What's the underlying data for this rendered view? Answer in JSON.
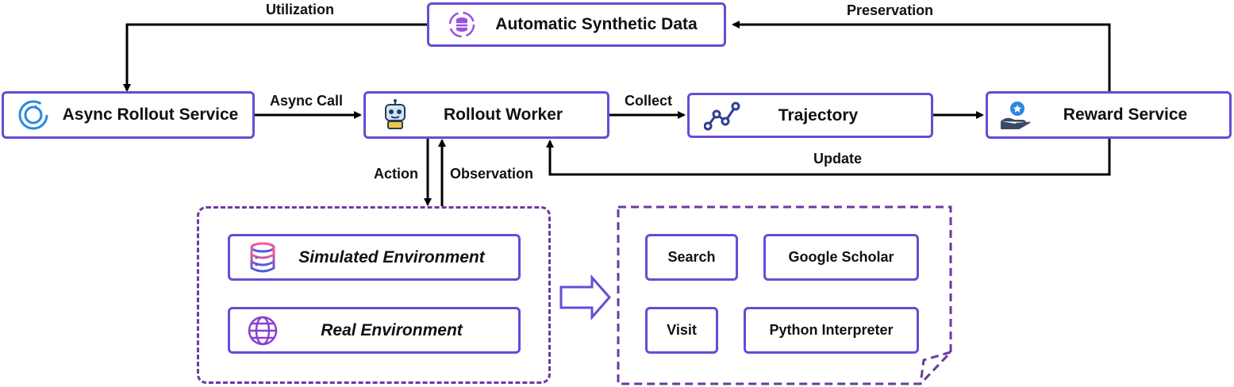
{
  "nodes": {
    "synthetic": "Automatic Synthetic Data",
    "async_rollout": "Async Rollout Service",
    "rollout_worker": "Rollout Worker",
    "trajectory": "Trajectory",
    "reward": "Reward Service"
  },
  "edges": {
    "utilization": "Utilization",
    "preservation": "Preservation",
    "async_call": "Async Call",
    "collect": "Collect",
    "update": "Update",
    "action": "Action",
    "observation": "Observation"
  },
  "environments": {
    "simulated": "Simulated Environment",
    "real": "Real Environment"
  },
  "tools": {
    "search": "Search",
    "scholar": "Google Scholar",
    "visit": "Visit",
    "python": "Python Interpreter"
  },
  "colors": {
    "box_border": "#6a4ad6",
    "dashed_border": "#6b3aa0",
    "arrow": "#000000",
    "icon_blue": "#2a86e0",
    "icon_purple": "#9b4fe0"
  }
}
